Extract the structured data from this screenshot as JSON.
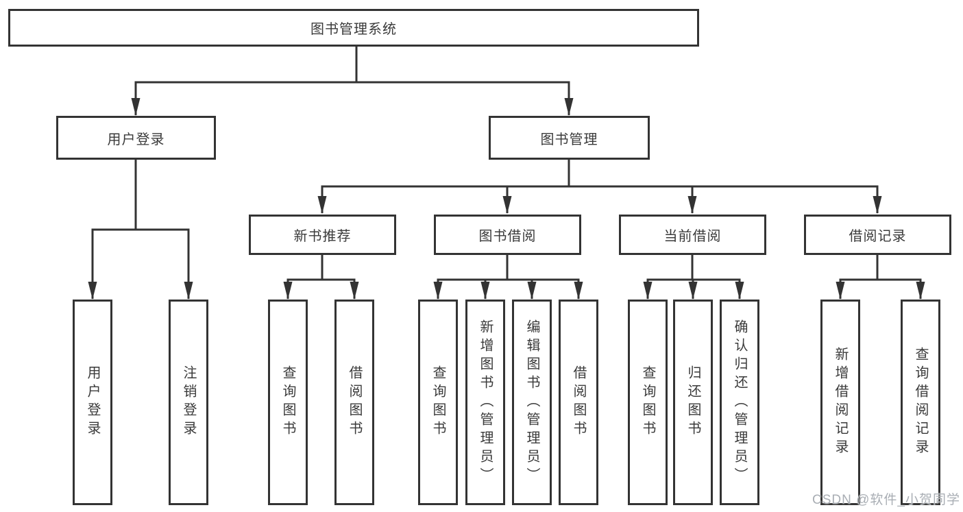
{
  "diagram": {
    "tree": {
      "label": "图书管理系统",
      "children": [
        {
          "label": "用户登录",
          "children": [
            {
              "label": "用户登录"
            },
            {
              "label": "注销登录"
            }
          ]
        },
        {
          "label": "图书管理",
          "children": [
            {
              "label": "新书推荐",
              "children": [
                {
                  "label": "查询图书"
                },
                {
                  "label": "借阅图书"
                }
              ]
            },
            {
              "label": "图书借阅",
              "children": [
                {
                  "label": "查询图书"
                },
                {
                  "label": "新增图书（管理员）"
                },
                {
                  "label": "编辑图书（管理员）"
                },
                {
                  "label": "借阅图书"
                }
              ]
            },
            {
              "label": "当前借阅",
              "children": [
                {
                  "label": "查询图书"
                },
                {
                  "label": "归还图书"
                },
                {
                  "label": "确认归还（管理员）"
                }
              ]
            },
            {
              "label": "借阅记录",
              "children": [
                {
                  "label": "新增借阅记录"
                },
                {
                  "label": "查询借阅记录"
                }
              ]
            }
          ]
        }
      ]
    },
    "watermark": "CSDN @软件_小贺同学",
    "colors": {
      "line": "#333333",
      "text": "#3a3a3a",
      "background": "#ffffff",
      "watermark": "#a9aeb4"
    }
  }
}
